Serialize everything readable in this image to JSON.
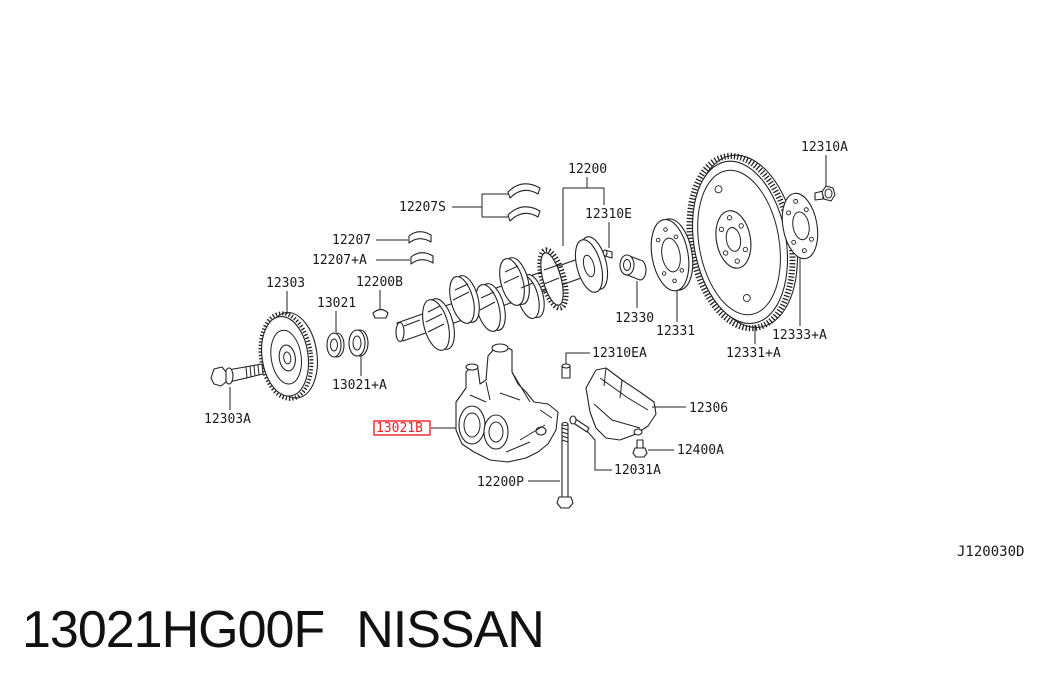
{
  "diagram": {
    "callouts": [
      {
        "label": "12200"
      },
      {
        "label": "12310A"
      },
      {
        "label": "12207S"
      },
      {
        "label": "12310E"
      },
      {
        "label": "12207"
      },
      {
        "label": "12207+A"
      },
      {
        "label": "12200B"
      },
      {
        "label": "12303"
      },
      {
        "label": "13021"
      },
      {
        "label": "12330"
      },
      {
        "label": "12331"
      },
      {
        "label": "12333+A"
      },
      {
        "label": "12331+A"
      },
      {
        "label": "12310EA"
      },
      {
        "label": "13021+A"
      },
      {
        "label": "12306"
      },
      {
        "label": "13021B",
        "highlighted": true
      },
      {
        "label": "12400A"
      },
      {
        "label": "12303A"
      },
      {
        "label": "12031A"
      },
      {
        "label": "12200P"
      }
    ],
    "ref_code": "J120030D",
    "line_color": "#222222",
    "highlight_color": "#e8232a"
  },
  "caption": {
    "part_number": "13021HG00F",
    "brand": "NISSAN"
  }
}
